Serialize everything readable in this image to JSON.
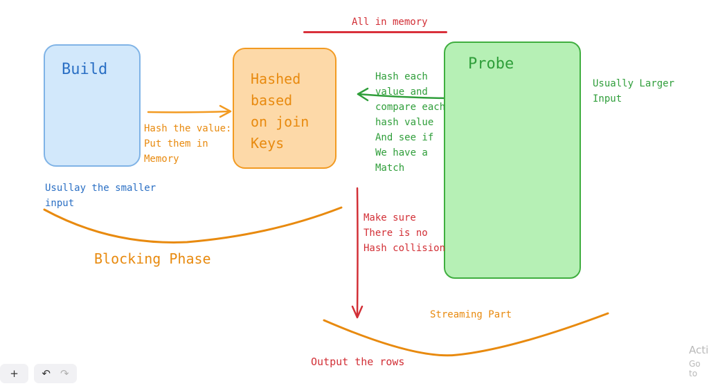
{
  "title": "All in memory",
  "build": {
    "label": "Build",
    "note": "Usullay the smaller\n input"
  },
  "hashed": {
    "label": "Hashed\nbased\non join\nKeys"
  },
  "probe": {
    "label": "Probe",
    "note": "Usually Larger\nInput"
  },
  "build_arrow_label": "Hash the value:\nPut them in\nMemory",
  "probe_arrow_label": "Hash each\nvalue and\ncompare each\nhash value\nAnd see if\nWe have a\nMatch",
  "collision_note": "Make sure\nThere is no\nHash collision",
  "blocking_phase": "Blocking Phase",
  "streaming_part": "Streaming Part",
  "output": "Output the rows",
  "watermark": {
    "line1": "Acti",
    "line2": "Go to"
  },
  "toolbar": {
    "add": "+",
    "undo": "↶",
    "redo": "↷"
  },
  "colors": {
    "blue": "#2a6fc4",
    "orange": "#e88a0f",
    "green": "#2f9e3a",
    "red": "#d22f36"
  }
}
